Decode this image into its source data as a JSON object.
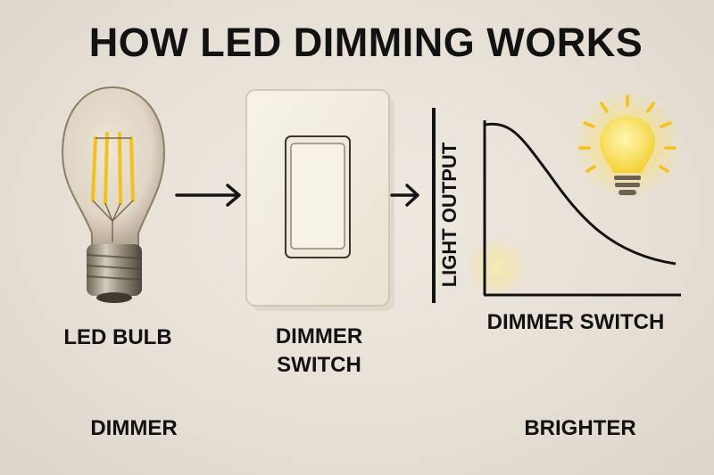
{
  "title": "HOW LED DIMMING WORKS",
  "labels": {
    "led_bulb": "LED BULB",
    "dimmer_switch_line1": "DIMMER",
    "dimmer_switch_line2": "SWITCH",
    "dimmer": "DIMMER",
    "brighter": "BRIGHTER"
  },
  "graph": {
    "xlabel": "DIMMER SWITCH",
    "ylabel": "LIGHT OUTPUT"
  },
  "icons": [
    "filament-bulb-icon",
    "arrow-right-icon",
    "dimmer-switch-icon",
    "arrow-right-icon",
    "glowing-bulb-icon"
  ],
  "colors": {
    "text": "#121212",
    "filament": "#f2c21a",
    "glow": "#ffe25a",
    "switch_plate": "#f3eee2"
  }
}
